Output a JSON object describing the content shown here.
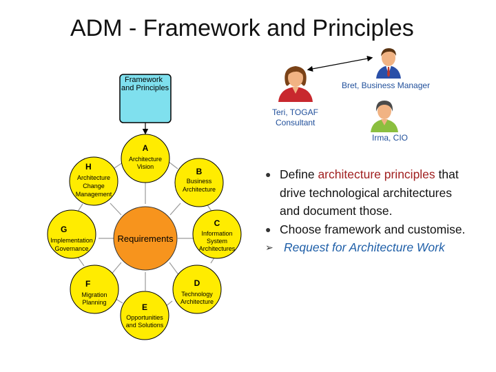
{
  "title": "ADM - Framework and Principles",
  "framework_box": {
    "line1": "Framework",
    "line2": "and Principles",
    "color": "#7fe0ee"
  },
  "requirements": {
    "label": "Requirements",
    "color": "#f7941d"
  },
  "phases": [
    {
      "letter": "A",
      "lines": [
        "Architecture",
        "Vision"
      ]
    },
    {
      "letter": "B",
      "lines": [
        "Business",
        "Architecture"
      ]
    },
    {
      "letter": "C",
      "lines": [
        "Information",
        "System",
        "Architectures"
      ]
    },
    {
      "letter": "D",
      "lines": [
        "Technology",
        "Architecture"
      ]
    },
    {
      "letter": "E",
      "lines": [
        "Opportunities",
        "and Solutions"
      ]
    },
    {
      "letter": "F",
      "lines": [
        "Migration",
        "Planning"
      ]
    },
    {
      "letter": "G",
      "lines": [
        "Implementation",
        "Governance"
      ]
    },
    {
      "letter": "H",
      "lines": [
        "Architecture",
        "Change",
        "Management"
      ]
    }
  ],
  "people": {
    "bret": "Bret, Business Manager",
    "teri_line1": "Teri, TOGAF",
    "teri_line2": "Consultant",
    "irma": "Irma, CIO"
  },
  "bullets": {
    "b1_pre": "Define ",
    "b1_accent": "architecture principles",
    "b1_post": " that drive technological architectures and document those.",
    "b2": "Choose framework and customise.",
    "b3": "Request for Architecture Work",
    "dot_icon": "●",
    "arrow_icon": "➢"
  },
  "colors": {
    "phase_fill": "#ffec00",
    "label_blue": "#1f4e9a",
    "principles_red": "#a01f1f",
    "request_blue": "#1f5fa8"
  }
}
